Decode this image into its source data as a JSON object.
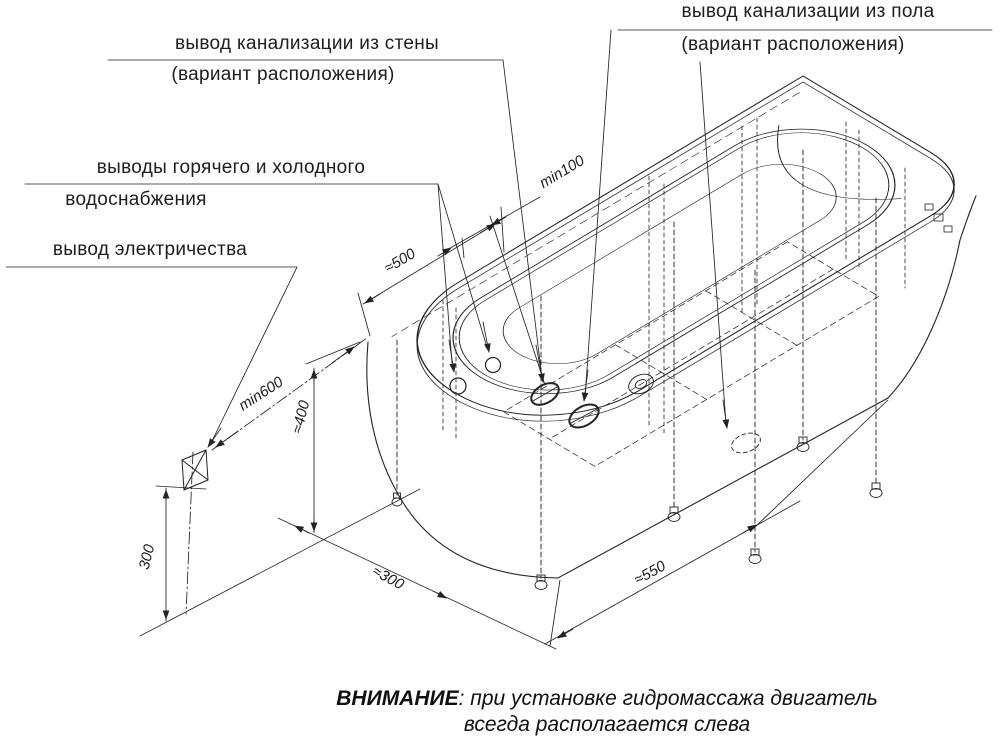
{
  "callouts": {
    "sewer_wall": {
      "line1": "вывод канализации из стены",
      "line2": "(вариант расположения)"
    },
    "sewer_floor": {
      "line1": "вывод канализации из пола",
      "line2": "(вариант расположения)"
    },
    "water_supply": {
      "line1": "выводы горячего и холодного",
      "line2": "водоснабжения"
    },
    "electricity": {
      "label": "вывод электричества"
    }
  },
  "dimensions": {
    "drain_offset_along_wall": "≈500",
    "drain_to_wall_gap": "min100",
    "outlet_to_tub_distance": "min600",
    "tub_rim_height": "≈400",
    "outlet_height": "300",
    "side_floor_clearance": "≈300",
    "front_floor_clearance": "≈550"
  },
  "warning": {
    "emphasis": "ВНИМАНИЕ",
    "text_after": ": при установке гидромассажа двигатель",
    "line2": "всегда располагается слева"
  },
  "colors": {
    "line": "#232323",
    "text": "#161616",
    "background": "#ffffff"
  }
}
